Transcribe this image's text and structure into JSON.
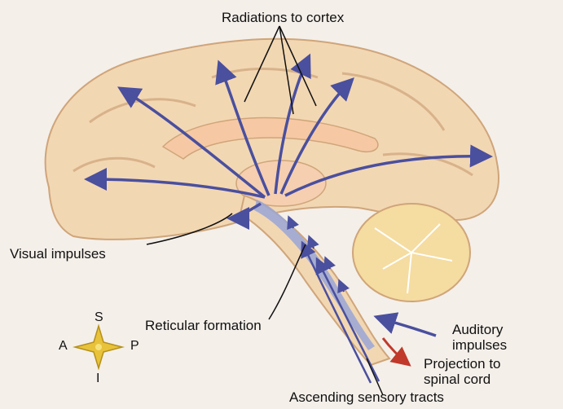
{
  "labels": {
    "radiations": "Radiations to cortex",
    "visual": "Visual impulses",
    "reticular": "Reticular formation",
    "auditory_line1": "Auditory",
    "auditory_line2": "impulses",
    "projection_line1": "Projection to",
    "projection_line2": "spinal cord",
    "ascending": "Ascending sensory tracts"
  },
  "compass": {
    "superior": "S",
    "inferior": "I",
    "anterior": "A",
    "posterior": "P"
  },
  "colors": {
    "background": "#f4efe9",
    "brain": "#f2d7b3",
    "brain_outline": "#cfa57a",
    "arrow": "#4a4f9e",
    "formation": "#9aa6d6",
    "projection_arrow": "#c0392b",
    "compass": "#e8c23a"
  }
}
